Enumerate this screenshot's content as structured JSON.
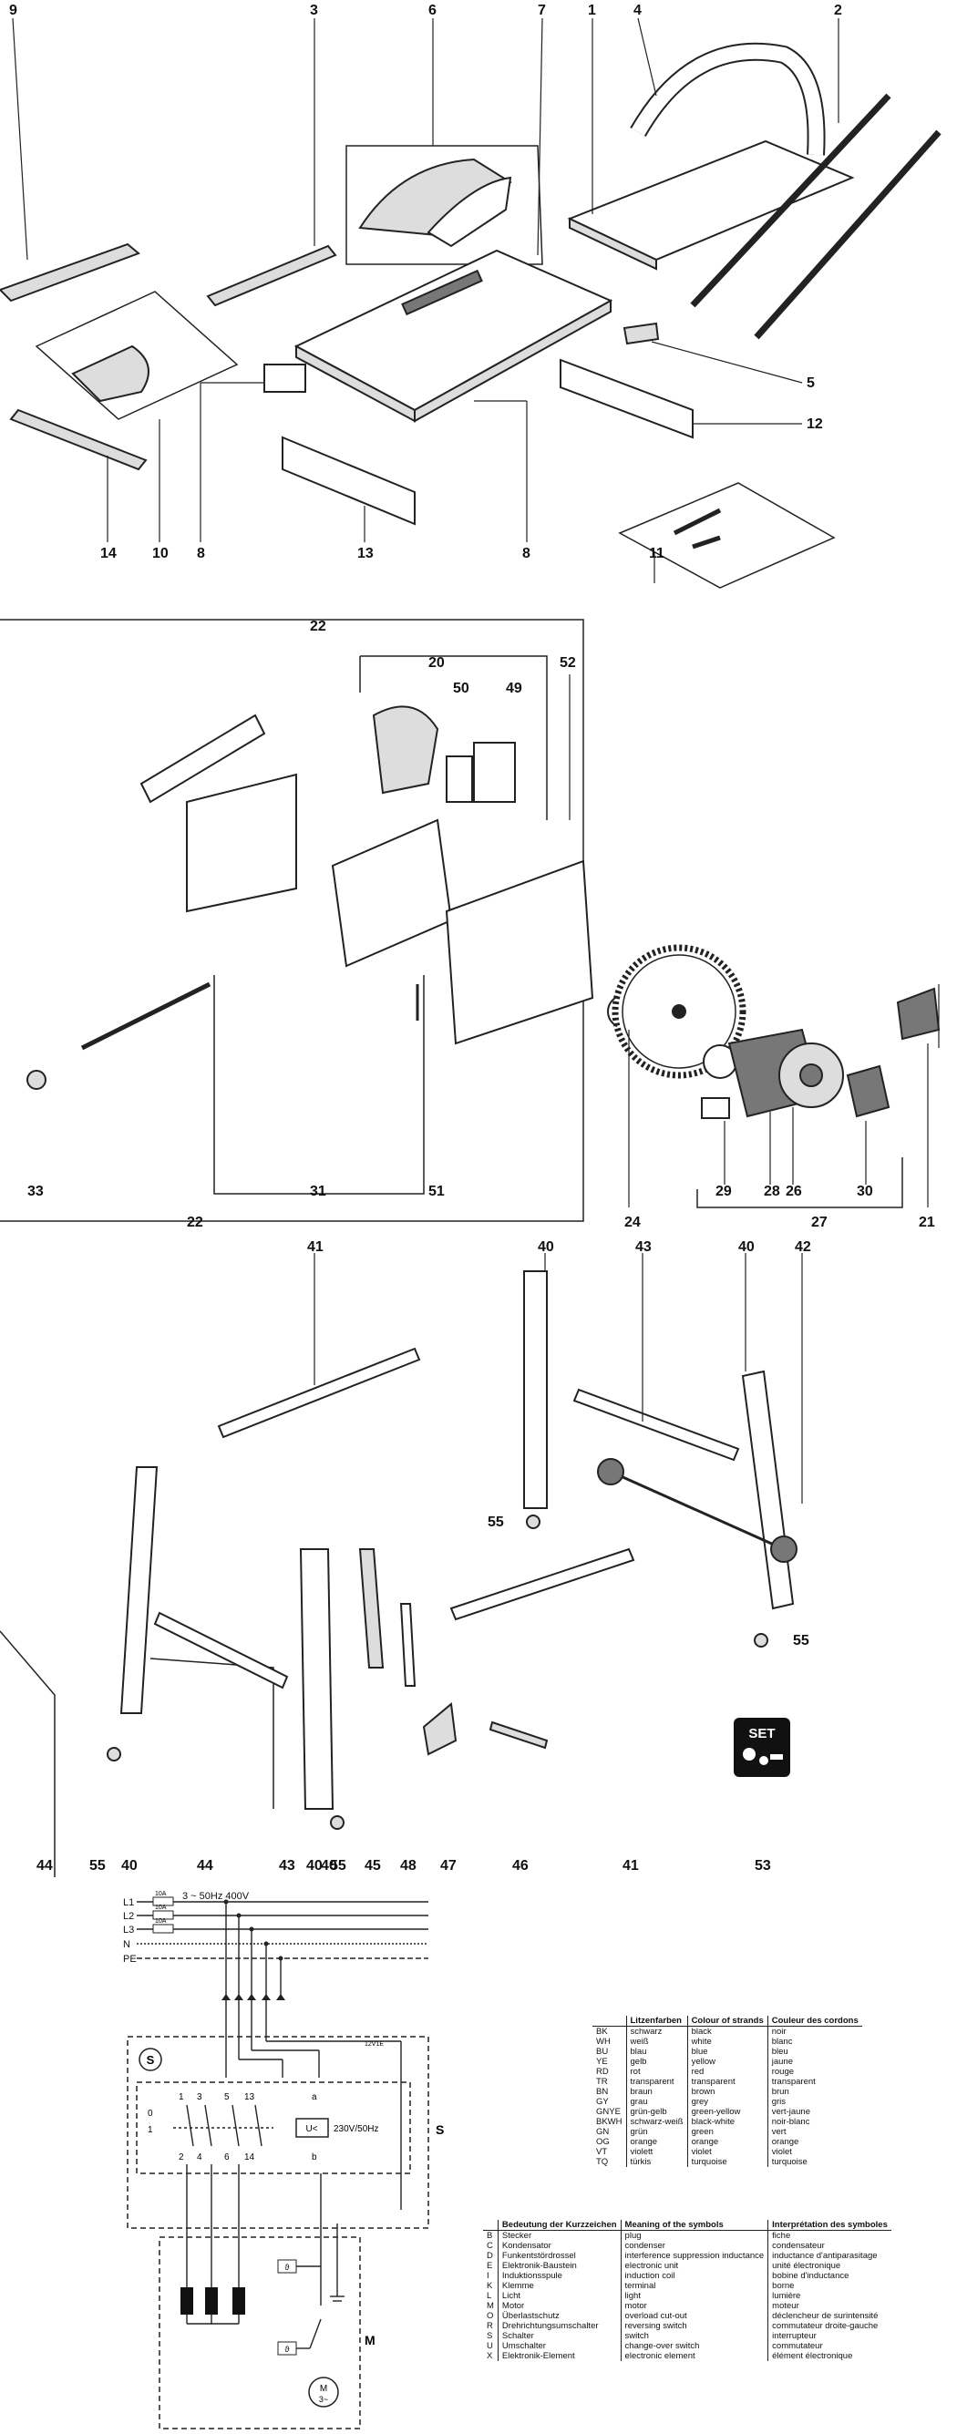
{
  "part_numbers": {
    "p9": "9",
    "p3": "3",
    "p6": "6",
    "p7": "7",
    "p1": "1",
    "p4": "4",
    "p2": "2",
    "p5": "5",
    "p12": "12",
    "p14": "14",
    "p10": "10",
    "p8a": "8",
    "p13": "13",
    "p8b": "8",
    "p11": "11",
    "p22a": "22",
    "p20": "20",
    "p50": "50",
    "p49": "49",
    "p52": "52",
    "p33": "33",
    "p31": "31",
    "p51": "51",
    "p22b": "22",
    "p24": "24",
    "p29": "29",
    "p28": "28",
    "p26": "26",
    "p27": "27",
    "p30": "30",
    "p21": "21",
    "p41a": "41",
    "p40a": "40",
    "p43a": "43",
    "p40b": "40",
    "p42": "42",
    "p55a": "55",
    "p55b": "55",
    "p44a": "44",
    "p55c": "55",
    "p40c": "40",
    "p44b": "44",
    "p43b": "43",
    "p40d": "40",
    "p40e": "40",
    "p55d": "55",
    "p45": "45",
    "p48": "48",
    "p47": "47",
    "p46": "46",
    "p41b": "41",
    "p53": "53"
  },
  "set_badge": "SET",
  "schematic": {
    "l1": "L1",
    "l2": "L2",
    "l3": "L3",
    "n": "N",
    "pe": "PE",
    "fuse1": "10A",
    "fuse2": "10A",
    "fuse3": "10A",
    "supply": "3 ~ 50Hz 400V",
    "s_circle": "S",
    "s_label": "S",
    "m_label": "M",
    "motor_m": "M",
    "motor_phase": "3~",
    "coil": "230V/50Hz",
    "coil_u": "U<",
    "t1": "1",
    "t3": "3",
    "t5": "5",
    "t13": "13",
    "ta": "a",
    "t2": "2",
    "t4": "4",
    "t6": "6",
    "t14": "14",
    "tb": "b",
    "t0": "0",
    "tI": "1",
    "tag": "12V1E",
    "th1": "ϑ",
    "th2": "ϑ"
  },
  "colors_table": {
    "headers": [
      "",
      "Litzenfarben",
      "Colour of strands",
      "Couleur des cordons"
    ],
    "rows": [
      [
        "BK",
        "schwarz",
        "black",
        "noir"
      ],
      [
        "WH",
        "weiß",
        "white",
        "blanc"
      ],
      [
        "BU",
        "blau",
        "blue",
        "bleu"
      ],
      [
        "YE",
        "gelb",
        "yellow",
        "jaune"
      ],
      [
        "RD",
        "rot",
        "red",
        "rouge"
      ],
      [
        "TR",
        "transparent",
        "transparent",
        "transparent"
      ],
      [
        "BN",
        "braun",
        "brown",
        "brun"
      ],
      [
        "GY",
        "grau",
        "grey",
        "gris"
      ],
      [
        "GNYE",
        "grün-gelb",
        "green-yellow",
        "vert-jaune"
      ],
      [
        "BKWH",
        "schwarz-weiß",
        "black-white",
        "noir-blanc"
      ],
      [
        "GN",
        "grün",
        "green",
        "vert"
      ],
      [
        "OG",
        "orange",
        "orange",
        "orange"
      ],
      [
        "VT",
        "violett",
        "violet",
        "violet"
      ],
      [
        "TQ",
        "türkis",
        "turquoise",
        "turquoise"
      ]
    ]
  },
  "symbols_table": {
    "headers": [
      "",
      "Bedeutung der Kurzzeichen",
      "Meaning of the symbols",
      "Interprétation des symboles"
    ],
    "rows": [
      [
        "B",
        "Stecker",
        "plug",
        "fiche"
      ],
      [
        "C",
        "Kondensator",
        "condenser",
        "condensateur"
      ],
      [
        "D",
        "Funkentstördrossel",
        "interference suppression inductance",
        "inductance d'antiparasitage"
      ],
      [
        "E",
        "Elektronik-Baustein",
        "electronic unit",
        "unité électronique"
      ],
      [
        "I",
        "Induktionsspule",
        "induction coil",
        "bobine d'inductance"
      ],
      [
        "K",
        "Klemme",
        "terminal",
        "borne"
      ],
      [
        "L",
        "Licht",
        "light",
        "lumière"
      ],
      [
        "M",
        "Motor",
        "motor",
        "moteur"
      ],
      [
        "O",
        "Überlastschutz",
        "overload cut-out",
        "déclencheur de surintensité"
      ],
      [
        "R",
        "Drehrichtungsumschalter",
        "reversing switch",
        "commutateur droite-gauche"
      ],
      [
        "S",
        "Schalter",
        "switch",
        "interrupteur"
      ],
      [
        "U",
        "Umschalter",
        "change-over switch",
        "commutateur"
      ],
      [
        "X",
        "Elektronik-Element",
        "electronic element",
        "élément électronique"
      ]
    ]
  }
}
